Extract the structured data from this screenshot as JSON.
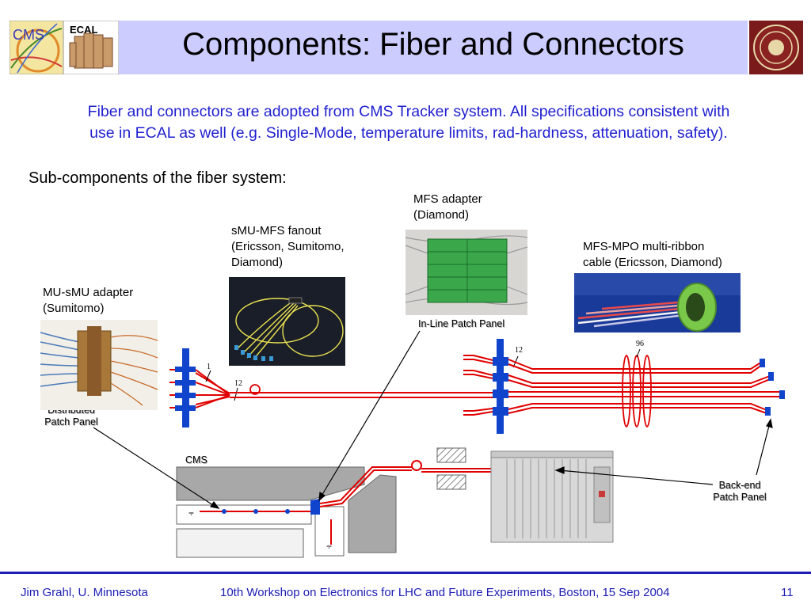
{
  "slide": {
    "title": "Components:  Fiber and Connectors",
    "logos": {
      "cms": "CMS",
      "ecal": "ECAL"
    },
    "intro_line1": "Fiber and connectors are adopted from CMS Tracker system.  All specifications consistent with",
    "intro_line2": "use in ECAL as well (e.g. Single-Mode, temperature limits, rad-hardness, attenuation, safety).",
    "subheading": "Sub-components of the fiber system:"
  },
  "components": {
    "mu_smu": {
      "line1": "MU-sMU adapter",
      "line2": "(Sumitomo)"
    },
    "smu_mfs": {
      "line1": "sMU-MFS fanout",
      "line2": "(Ericsson, Sumitomo,",
      "line3": "Diamond)"
    },
    "mfs_adapter": {
      "line1": "MFS adapter",
      "line2": "(Diamond)"
    },
    "mfs_mpo": {
      "line1": "MFS-MPO multi-ribbon",
      "line2": "cable (Ericsson, Diamond)"
    }
  },
  "diagram_labels": {
    "distributed_1": "Distributed",
    "distributed_2": "Patch Panel",
    "inline": "In-Line Patch Panel",
    "cms": "CMS",
    "backend_1": "Back-end",
    "backend_2": "Patch Panel",
    "count_1": "1",
    "count_12a": "12",
    "count_12b": "12",
    "count_96": "96"
  },
  "footer": {
    "author": "Jim Grahl, U. Minnesota",
    "conference": "10th Workshop on Electronics for LHC and Future Experiments, Boston, 15 Sep 2004",
    "page": "11"
  },
  "colors": {
    "title_band": "#ccccff",
    "intro_text": "#1f1fd0",
    "fiber": "#e00000",
    "connector": "#1144cc",
    "footer": "#1c1cb4"
  }
}
